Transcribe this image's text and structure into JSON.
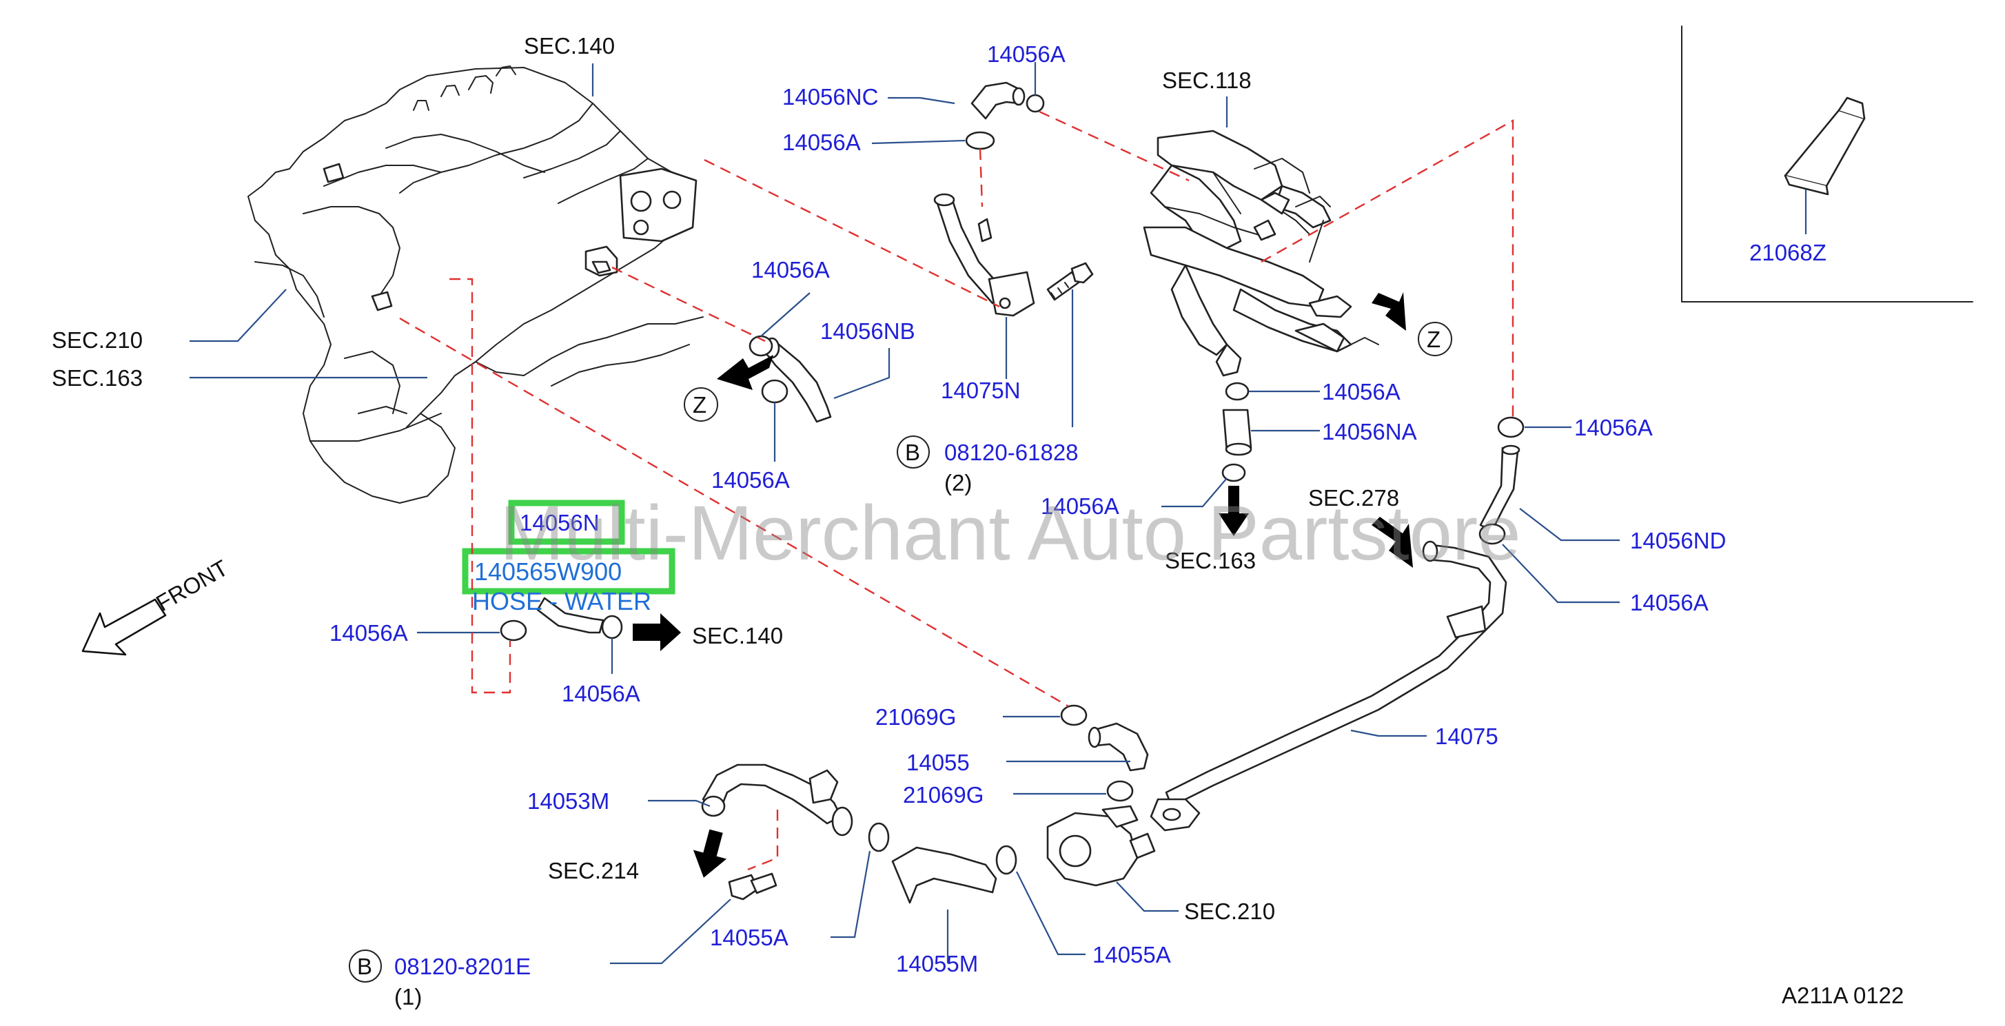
{
  "labels": {
    "sec140_top": "SEC.140",
    "sec118": "SEC.118",
    "sec210_left": "SEC.210",
    "sec163_left": "SEC.163",
    "sec278": "SEC.278",
    "sec163_mid": "SEC.163",
    "sec140_mid": "SEC.140",
    "sec214": "SEC.214",
    "sec210_bottom": "SEC.210",
    "p14056A_top": "14056A",
    "p14056NC": "14056NC",
    "p14056A_2": "14056A",
    "p14056A_mid1": "14056A",
    "p14056NB": "14056NB",
    "p14056A_mid2": "14056A",
    "p14075N": "14075N",
    "p08120_61828": "08120-61828",
    "qty_2": "(2)",
    "circle_b1": "B",
    "p14056A_r1": "14056A",
    "p14056NA": "14056NA",
    "p14056A_r2": "14056A",
    "p14056A_far": "14056A",
    "p14056ND": "14056ND",
    "p14056A_far2": "14056A",
    "p21068Z": "21068Z",
    "p14056N": "14056N",
    "p140565W900": "140565W900",
    "hose_water": "HOSE - WATER",
    "p14056A_left": "14056A",
    "p14056A_lb": "14056A",
    "front": "FRONT",
    "p21069G_1": "21069G",
    "p14055": "14055",
    "p21069G_2": "21069G",
    "p14075": "14075",
    "p14053M": "14053M",
    "p14055A_1": "14055A",
    "p14055M": "14055M",
    "p14055A_2": "14055A",
    "p08120_8201E": "08120-8201E",
    "qty_1": "(1)",
    "circle_b2": "B",
    "z1": "Z",
    "z2": "Z",
    "diagram_code": "A211A  0122",
    "watermark": "Multi-Merchant Auto Partstore"
  },
  "colors": {
    "part_label": "#1f1fd6",
    "section_label": "#111111",
    "leader": "#2a4f8c",
    "dashed_link": "#e03030",
    "highlight": "#3fd24a",
    "highlight_text": "#1f6fd6"
  }
}
